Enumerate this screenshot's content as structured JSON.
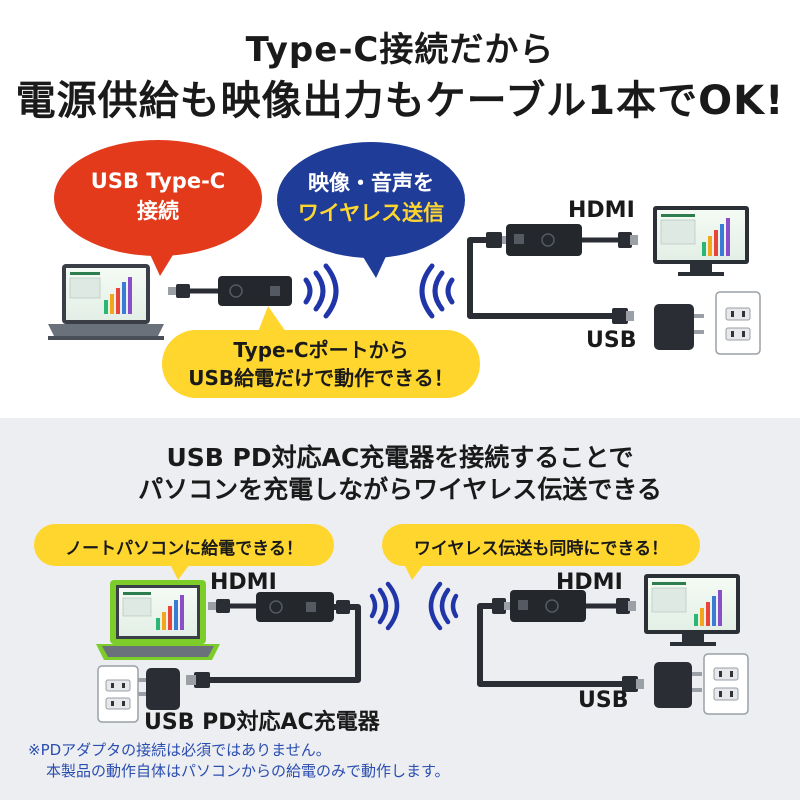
{
  "headline": {
    "line1": "Type-C接続だから",
    "line2": "電源供給も映像出力もケーブル1本でOK!"
  },
  "top_section": {
    "bubble_red": {
      "line1": "USB Type-C",
      "line2": "接続",
      "color": "#e23a1b"
    },
    "bubble_blue": {
      "line1": "映像・音声を",
      "line2": "ワイヤレス送信",
      "color": "#1f3c99",
      "accent": "#ffd62e"
    },
    "bubble_yellow": {
      "line1": "Type-Cポートから",
      "line2": "USB給電だけで動作できる！",
      "color": "#ffd62e"
    },
    "label_hdmi": "HDMI",
    "label_usb": "USB"
  },
  "bottom_section": {
    "title_line1": "USB PD対応AC充電器を接続することで",
    "title_line2": "パソコンを充電しながらワイヤレス伝送できる",
    "pill_left": "ノートパソコンに給電できる！",
    "pill_right": "ワイヤレス伝送も同時にできる！",
    "label_hdmi_left": "HDMI",
    "label_hdmi_right": "HDMI",
    "label_usb": "USB",
    "label_charger": "USB PD対応AC充電器"
  },
  "footnote": {
    "line1": "※PDアダプタの接続は必須ではありません。",
    "line2": "本製品の動作自体はパソコンからの給電のみで動作します。"
  },
  "colors": {
    "background_lower": "#eceef1",
    "wifi_waves": "#2035a8",
    "laptop_highlight": "#7ccd2a",
    "note_text": "#2a4db0"
  }
}
